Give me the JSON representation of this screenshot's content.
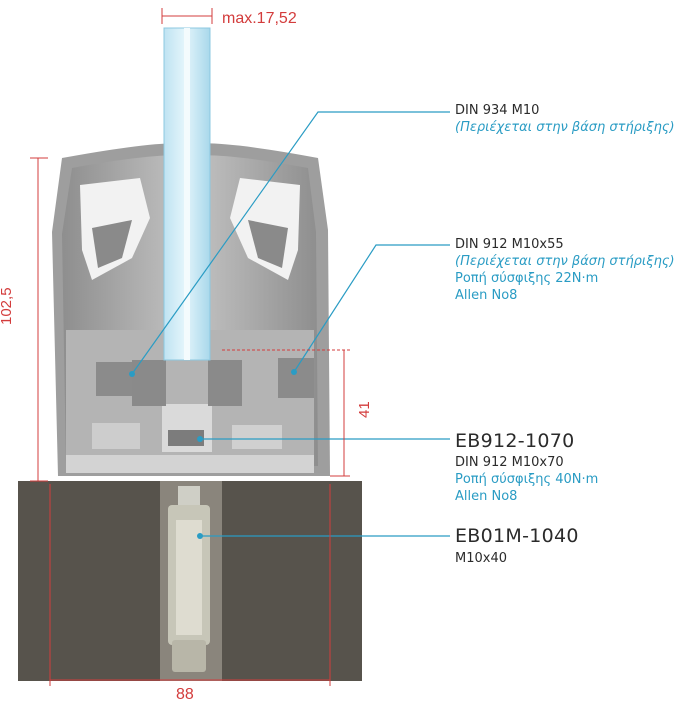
{
  "colors": {
    "leader": "#2a9cc4",
    "dimension": "#d33c3c",
    "concrete": "#57534c",
    "bracket": "#a7a7a7",
    "glass": "#d2ecf6"
  },
  "dimensions": {
    "glass_thickness": "max.17,52",
    "height": "102,5",
    "insert_depth": "41",
    "width": "88"
  },
  "callouts": [
    {
      "lines": [
        "DIN 934 M10"
      ],
      "note": "(Περιέχεται στην βάση στήριξης)",
      "specs": []
    },
    {
      "lines": [
        "DIN 912 M10x55"
      ],
      "note": "(Περιέχεται στην βάση στήριξης)",
      "specs": [
        "Ροπή σύσφιξης 22N·m",
        "Allen No8"
      ]
    },
    {
      "code": "EB912-1070",
      "lines": [
        "DIN 912 M10x70"
      ],
      "specs": [
        "Ροπή σύσφιξης 40N·m",
        "Allen No8"
      ]
    },
    {
      "code": "EB01M-1040",
      "lines": [
        "M10x40"
      ]
    }
  ]
}
